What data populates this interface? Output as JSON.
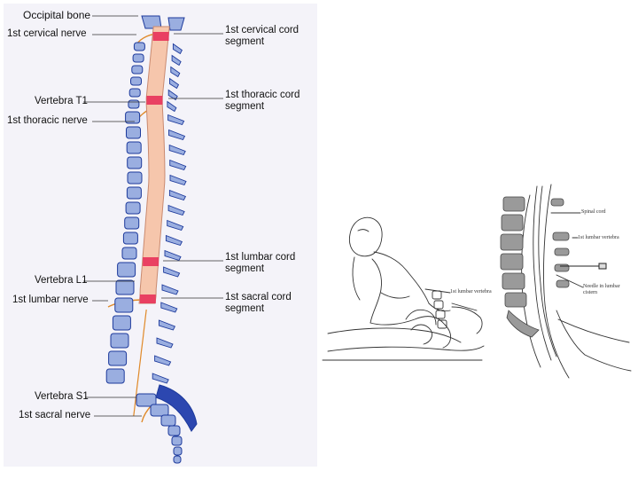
{
  "spine_diagram": {
    "labels_left": {
      "occipital_bone": "Occipital bone",
      "first_cervical_nerve": "1st cervical nerve",
      "vertebra_t1": "Vertebra T1",
      "first_thoracic_nerve": "1st thoracic nerve",
      "vertebra_l1": "Vertebra L1",
      "first_lumbar_nerve": "1st lumbar nerve",
      "vertebra_s1": "Vertebra S1",
      "first_sacral_nerve": "1st sacral nerve"
    },
    "labels_right": {
      "first_cervical_cord_segment": "1st cervical cord segment",
      "first_thoracic_cord_segment": "1st thoracic cord segment",
      "first_lumbar_cord_segment": "1st lumbar cord segment",
      "first_sacral_cord_segment": "1st sacral cord segment"
    },
    "colors": {
      "panel_bg": "#f4f3f9",
      "vertebra_fill": "#9aaee0",
      "vertebra_stroke": "#1d3a9c",
      "sacrum_fill": "#2c47b0",
      "cord_fill": "#f6c6ac",
      "cord_segment": "#e8315a",
      "nerve": "#e08a2a"
    }
  },
  "lumbar_puncture": {
    "labels": {
      "spinal_cord": "Spinal cord",
      "first_lumbar_vertebra_right": "1st lumbar vertebra",
      "needle": "Needle in lumbar cistern",
      "first_lumbar_vertebra_left": "1st lumbar vertebra"
    }
  }
}
